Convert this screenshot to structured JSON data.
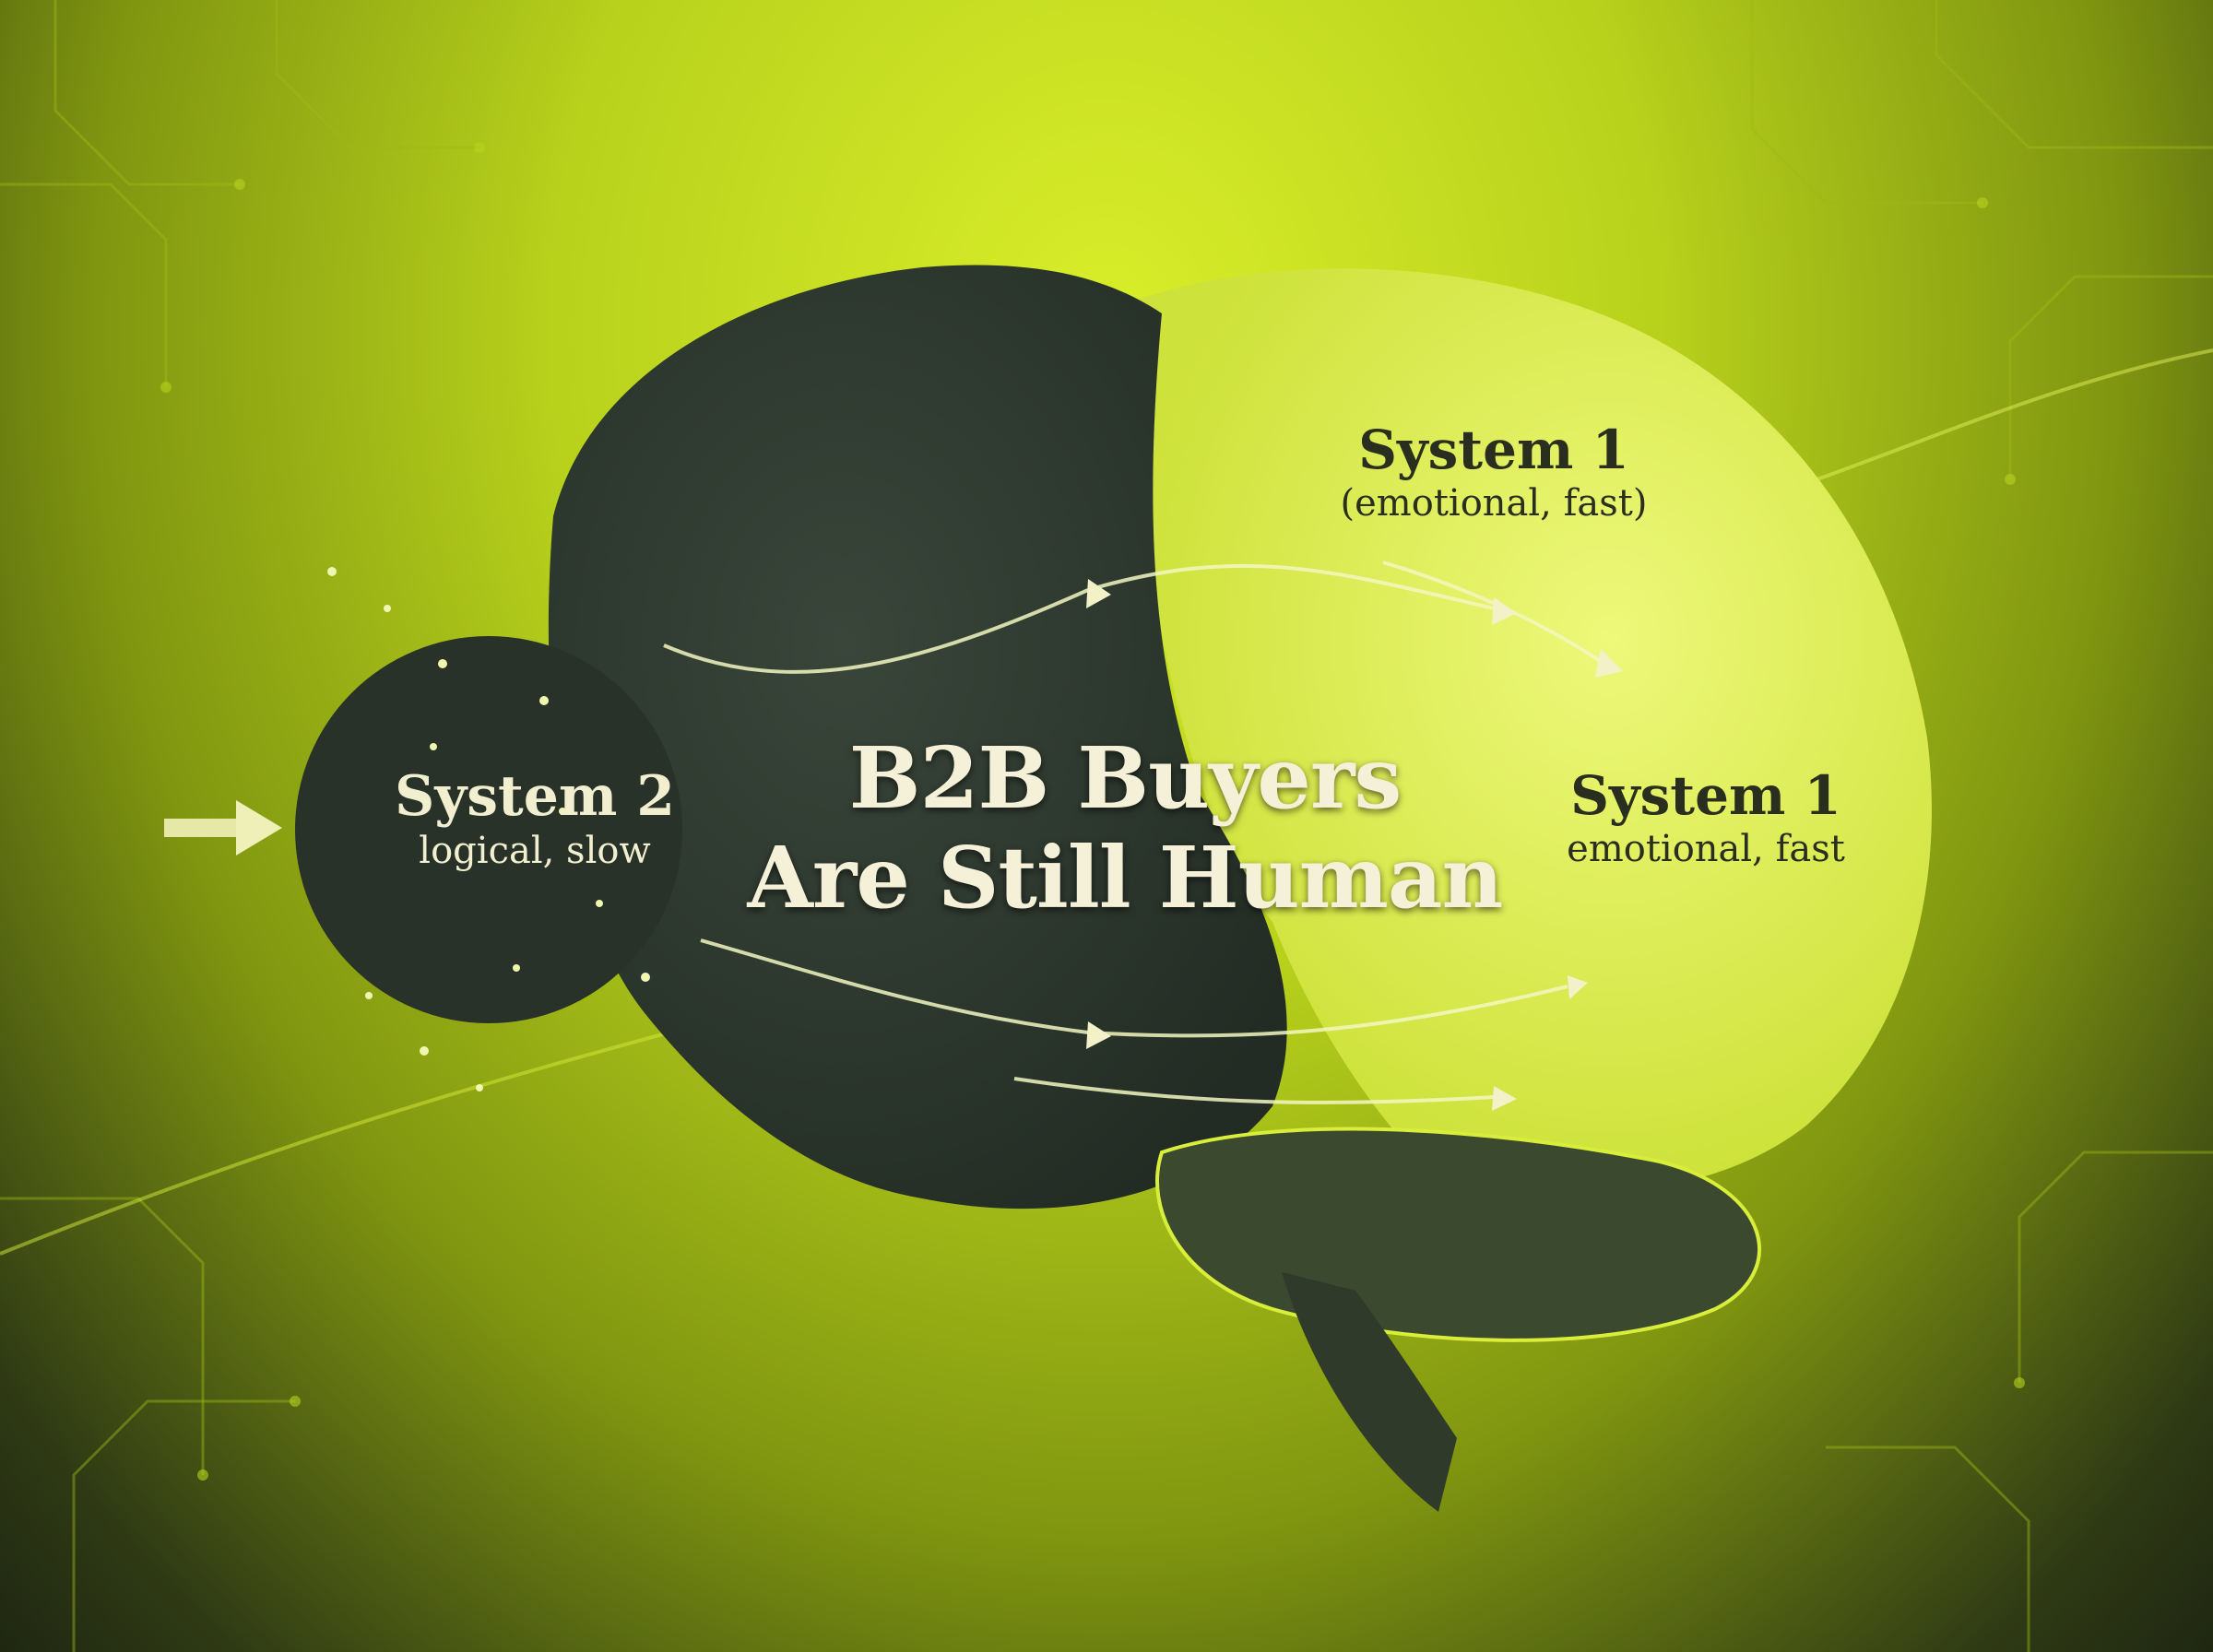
{
  "headline": {
    "line1": "B2B Buyers",
    "line2": "Are Still Human"
  },
  "system2": {
    "title": "System 2",
    "subtitle": "logical, slow"
  },
  "system1_top": {
    "title": "System 1",
    "subtitle": "(emotional, fast)"
  },
  "system1_right": {
    "title": "System 1",
    "subtitle": "emotional, fast"
  },
  "colors": {
    "background": "#c4dc22",
    "brain_dark": "#2c372e",
    "brain_light": "#dff06a",
    "text_light": "#f4f1d8",
    "text_dark": "#2a2e1e"
  }
}
